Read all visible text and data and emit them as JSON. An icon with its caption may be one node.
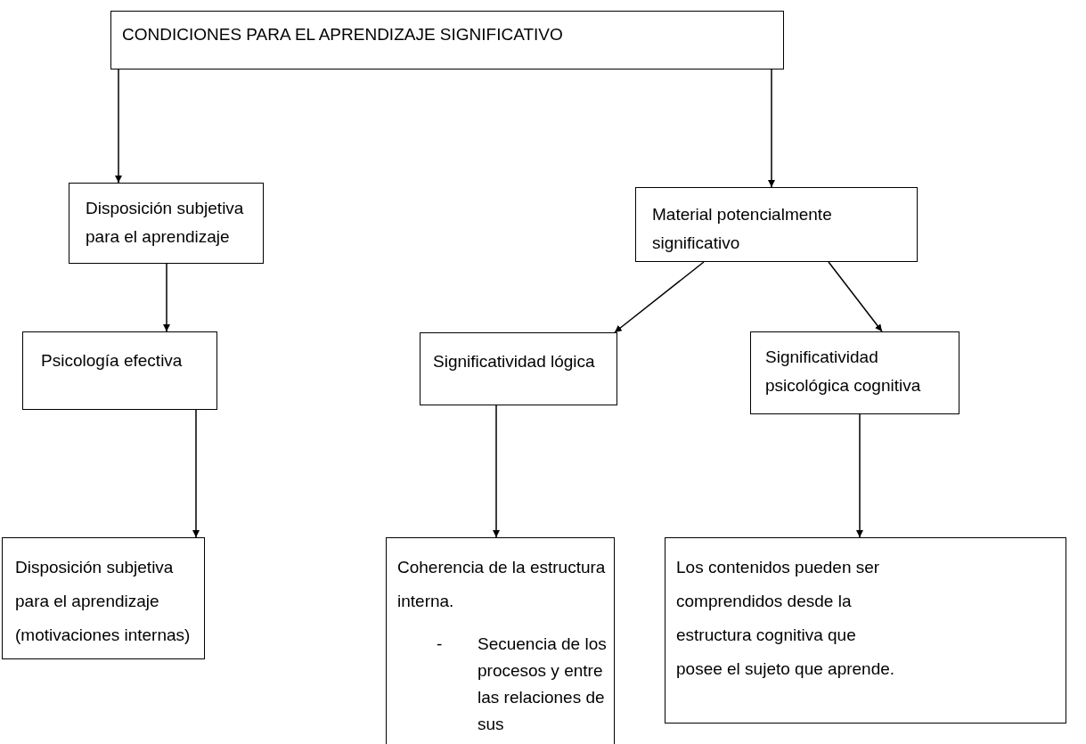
{
  "diagram": {
    "nodes": [
      {
        "text": [
          "CONDICIONES PARA EL APRENDIZAJE SIGNIFICATIVO"
        ]
      },
      {
        "text": [
          "Disposición subjetiva para el aprendizaje"
        ]
      },
      {
        "text": [
          "Material potencialmente significativo"
        ]
      },
      {
        "text": [
          "Psicología efectiva"
        ]
      },
      {
        "text": [
          "Significatividad lógica"
        ]
      },
      {
        "text": [
          "Significatividad psicológica cognitiva"
        ]
      },
      {
        "text": [
          "Disposición subjetiva para el aprendizaje (motivaciones internas)"
        ]
      },
      {
        "text": [
          "Coherencia de la estructura interna.",
          "-",
          "Secuencia de los procesos y entre las relaciones de sus"
        ]
      },
      {
        "text": [
          "Los contenidos pueden ser comprendidos desde la estructura cognitiva que posee el sujeto que aprende."
        ]
      }
    ],
    "edges": [
      {
        "from": 0,
        "to": 1,
        "arrow": "to"
      },
      {
        "from": 0,
        "to": 2,
        "arrow": "to"
      },
      {
        "from": 1,
        "to": 3,
        "arrow": "to"
      },
      {
        "from": 2,
        "to": 4,
        "arrow": "to"
      },
      {
        "from": 2,
        "to": 5,
        "arrow": "to"
      },
      {
        "from": 3,
        "to": 6,
        "arrow": "to"
      },
      {
        "from": 4,
        "to": 7,
        "arrow": "to"
      },
      {
        "from": 5,
        "to": 8,
        "arrow": "to"
      }
    ]
  }
}
